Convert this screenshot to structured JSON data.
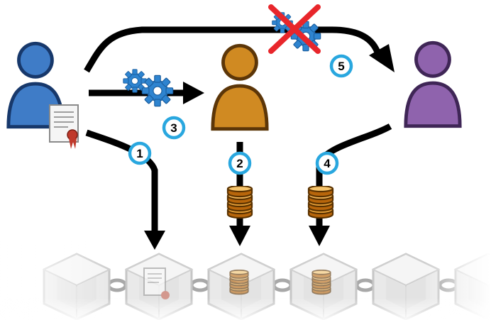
{
  "steps": [
    {
      "label": "1"
    },
    {
      "label": "2"
    },
    {
      "label": "3"
    },
    {
      "label": "4"
    },
    {
      "label": "5"
    }
  ],
  "actors": [
    {
      "name": "sender-person",
      "color": "#3f7cc7"
    },
    {
      "name": "middle-person",
      "color": "#d08a22"
    },
    {
      "name": "receiver-person",
      "color": "#8f63ad"
    }
  ],
  "colors": {
    "arrow": "#000000",
    "badge_ring": "#29a7df",
    "gear": "#2e84d0",
    "coin": "#e08a1a",
    "cross": "#e8262b",
    "chain_block": "#d9d9d9"
  },
  "icons": [
    "certificate-icon",
    "gears-icon",
    "coin-stack-icon",
    "cross-icon",
    "block-icon"
  ]
}
